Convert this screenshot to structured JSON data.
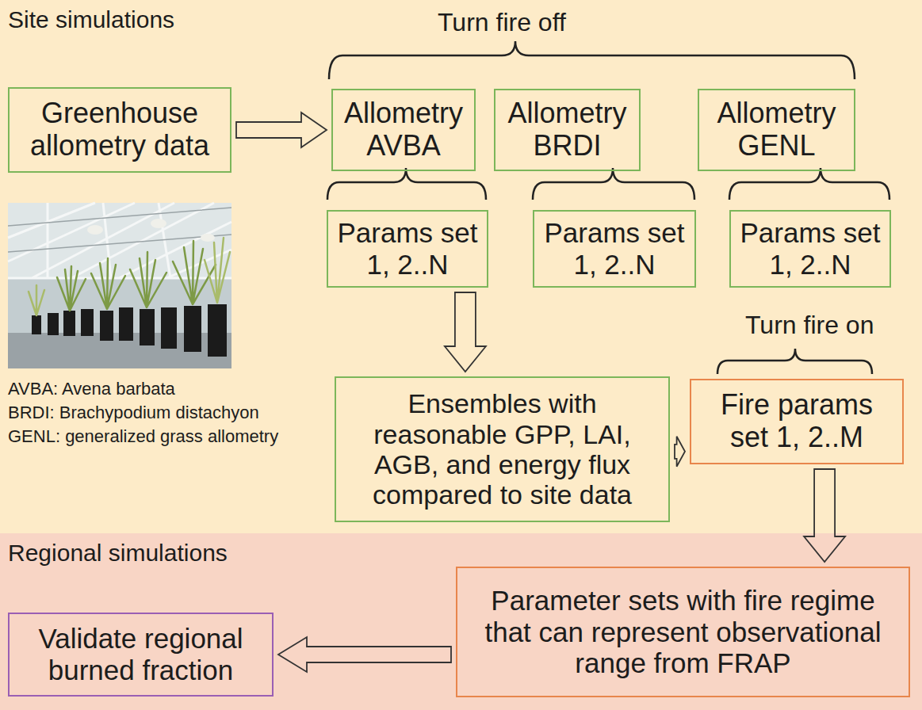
{
  "diagram": {
    "nodes": [
      {
        "text": [
          "Site simulations"
        ]
      },
      {
        "text": [
          "Greenhouse allometry data"
        ],
        "in": 0
      },
      {
        "text": [
          "Allometry AVBA"
        ],
        "in": 0
      },
      {
        "text": [
          "Allometry BRDI"
        ],
        "in": 0
      },
      {
        "text": [
          "Allometry GENL"
        ],
        "in": 0
      },
      {
        "text": [
          "Params set 1, 2..N"
        ],
        "in": 0
      },
      {
        "text": [
          "Params set 1, 2..N"
        ],
        "in": 0
      },
      {
        "text": [
          "Params set 1, 2..N"
        ],
        "in": 0
      },
      {
        "text": [
          "Ensembles with reasonable GPP, LAI, AGB, and energy flux compared to site data"
        ],
        "in": 0
      },
      {
        "text": [
          "Fire params set 1, 2..M"
        ],
        "in": 0
      },
      {
        "text": [
          "Regional simulations"
        ]
      },
      {
        "text": [
          "Parameter sets with fire regime that can represent observational range from FRAP"
        ],
        "in": 10
      },
      {
        "text": [
          "Validate regional burned fraction"
        ],
        "in": 10
      }
    ],
    "edges": [
      {
        "from": 1,
        "to": 2,
        "arrow": "to"
      },
      {
        "from": 5,
        "to": 8,
        "arrow": "to"
      },
      {
        "from": 8,
        "to": 9,
        "arrow": "to"
      },
      {
        "from": 9,
        "to": 11,
        "arrow": "to"
      },
      {
        "from": 11,
        "to": 12,
        "arrow": "to"
      }
    ],
    "labels": [
      "Turn fire off",
      "Turn fire on",
      "AVBA: Avena barbata",
      "BRDI: Brachypodium distachyon",
      "GENL: generalized grass allometry"
    ]
  }
}
